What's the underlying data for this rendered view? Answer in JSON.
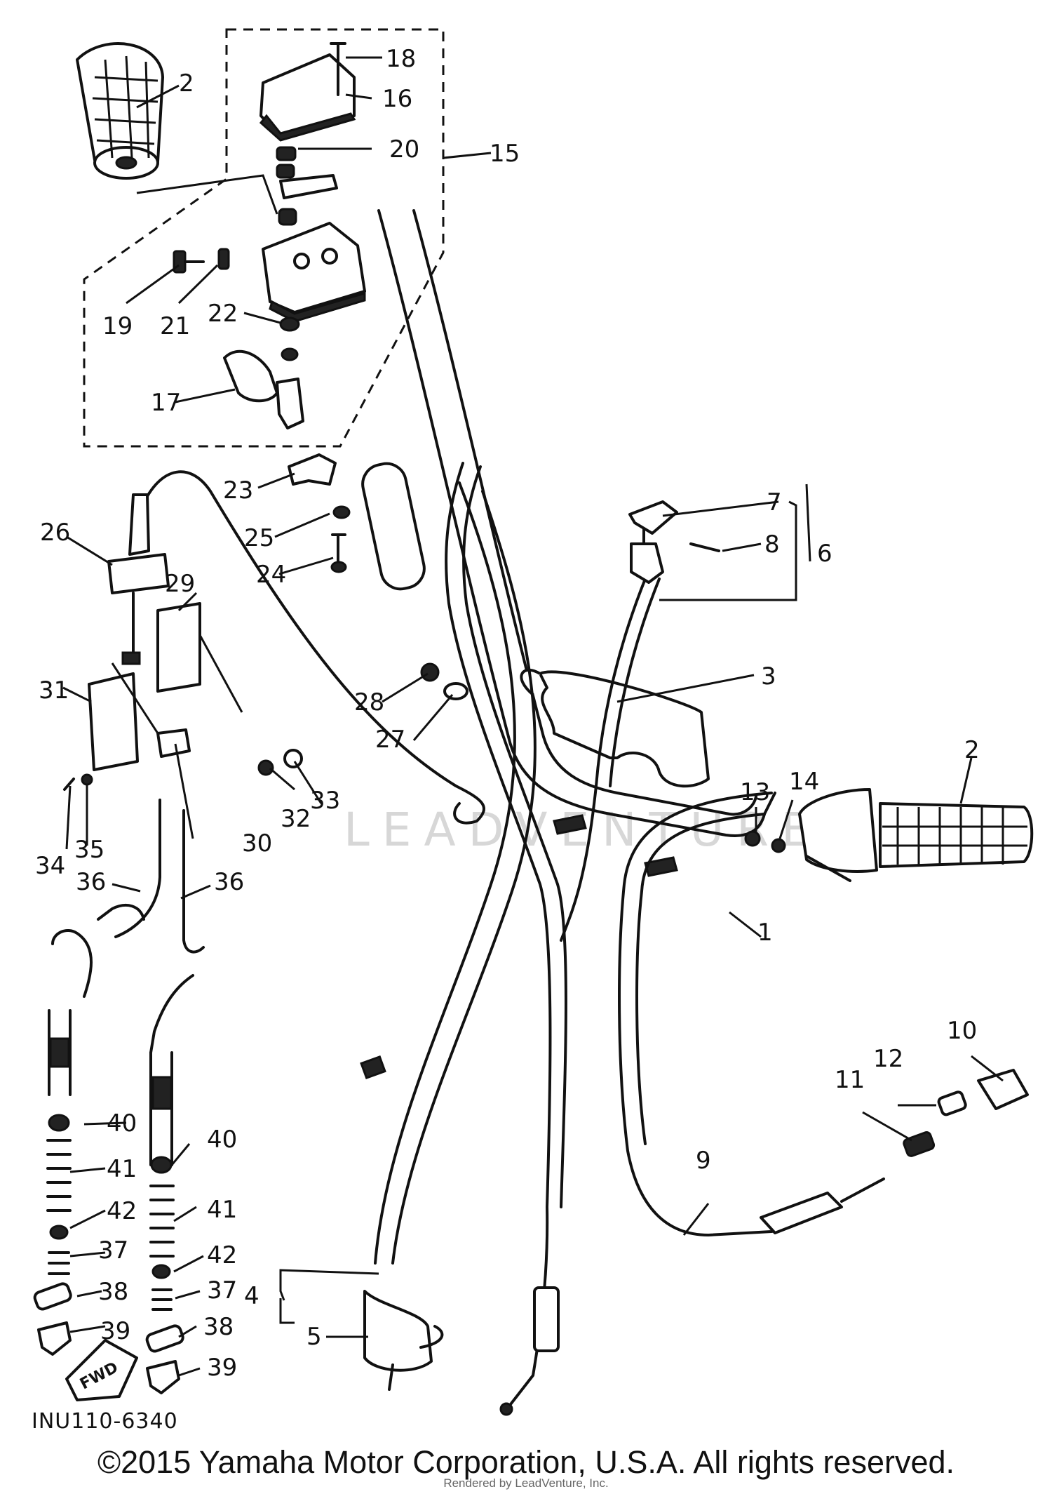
{
  "callouts": {
    "p1": "1",
    "p2a": "2",
    "p2b": "2",
    "p3": "3",
    "p4": "4",
    "p5": "5",
    "p6": "6",
    "p7": "7",
    "p8": "8",
    "p9": "9",
    "p10": "10",
    "p11": "11",
    "p12": "12",
    "p13": "13",
    "p14": "14",
    "p15": "15",
    "p16": "16",
    "p17": "17",
    "p18": "18",
    "p19": "19",
    "p20": "20",
    "p21": "21",
    "p22": "22",
    "p23": "23",
    "p24": "24",
    "p25": "25",
    "p26": "26",
    "p27": "27",
    "p28": "28",
    "p29": "29",
    "p30": "30",
    "p31": "31",
    "p32": "32",
    "p33": "33",
    "p34": "34",
    "p35": "35",
    "p36a": "36",
    "p36b": "36",
    "p37a": "37",
    "p37b": "37",
    "p38a": "38",
    "p38b": "38",
    "p39a": "39",
    "p39b": "39",
    "p40a": "40",
    "p40b": "40",
    "p41a": "41",
    "p41b": "41",
    "p42a": "42",
    "p42b": "42"
  },
  "fwd_tag": "FWD",
  "diagram_code": "INU110-6340",
  "watermark": "LEADVENTURE",
  "copyright": "©2015 Yamaha Motor Corporation, U.S.A. All rights reserved.",
  "rendered_by": "Rendered by LeadVenture, Inc."
}
